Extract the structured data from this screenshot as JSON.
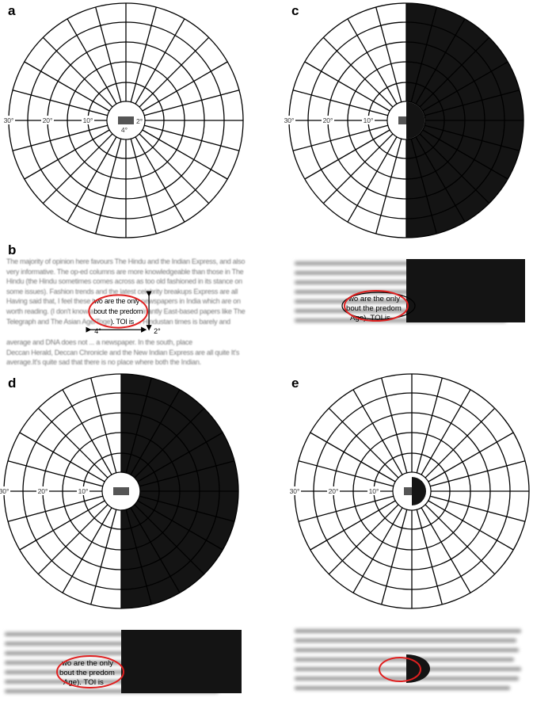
{
  "panels": {
    "a": {
      "label": "a"
    },
    "b": {
      "label": "b"
    },
    "c": {
      "label": "c"
    },
    "d": {
      "label": "d"
    },
    "e": {
      "label": "e"
    }
  },
  "grid": {
    "ring_labels": [
      "30°",
      "20°",
      "10°"
    ],
    "stimulus_width_label": "4°",
    "stimulus_height_label": "2°"
  },
  "paragraph_lines": [
    "The majority of opinion here favours The Hindu and the Indian Express, and also",
    "very informative. The op-ed columns are more knowledgeable than those in The",
    "Hindu (the Hindu sometimes comes across as too old fashioned in its stance on",
    "some issues). Fashion trends and the latest celebrity breakups Express are all",
    "Having said that, I feel these two are the only newspapers in India which are on",
    "worth reading. (I don't know about the predominantly East-based papers like The",
    "Telegraph and The Asian Age/Toge). TOI is ... Hindustan times is barely and",
    "average and DNA does not ... a newspaper. In the south, place",
    "Deccan Herald, Deccan Chronicle and the New Indian Express are all quite It's",
    "average.It's quite sad that there is no place where both the Indian."
  ],
  "fixation_words": [
    "wo are the only",
    "bout the predom",
    "Age). TOI is"
  ],
  "colors": {
    "ink": "#000000",
    "scotoma": "#141414",
    "stimulus": "#555555",
    "fixation_ellipse": "#e02020"
  }
}
